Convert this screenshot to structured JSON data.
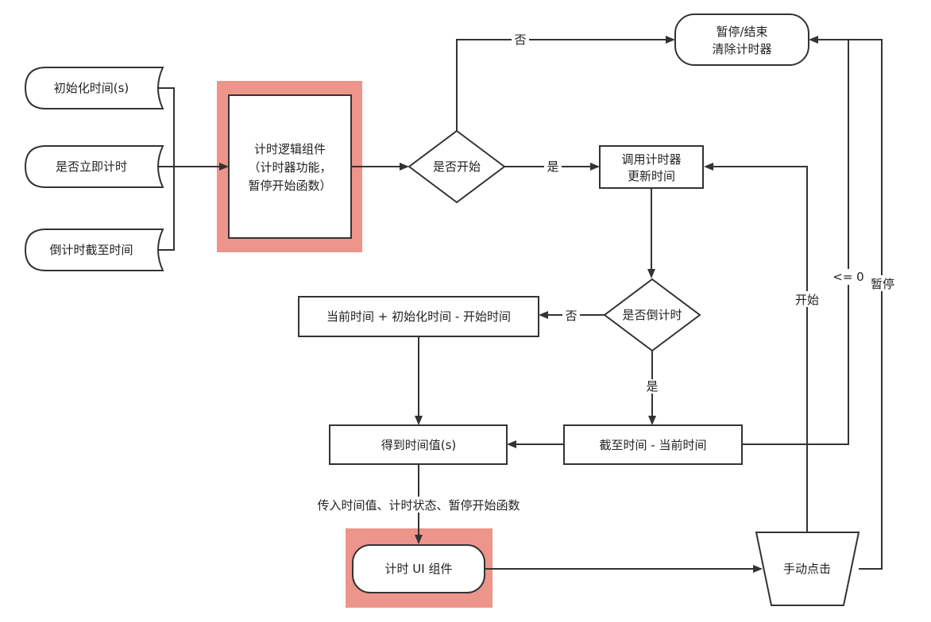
{
  "diagram": {
    "nodes": {
      "init_time": "初始化时间(s)",
      "immediate": "是否立即计时",
      "deadline": "倒计时截至时间",
      "logic_l1": "计时逻辑组件",
      "logic_l2": "（计时器功能，",
      "logic_l3": "暂停开始函数）",
      "is_start": "是否开始",
      "pause_l1": "暂停/结束",
      "pause_l2": "清除计时器",
      "update_l1": "调用计时器",
      "update_l2": "更新时间",
      "is_countdown": "是否倒计时",
      "formula_up": "当前时间 + 初始化时间 - 开始时间",
      "formula_down": "截至时间 - 当前时间",
      "get_value": "得到时间值(s)",
      "ui": "计时 UI 组件",
      "click": "手动点击"
    },
    "edges": {
      "no_top": "否",
      "yes_right": "是",
      "no_left": "否",
      "yes_down": "是",
      "pass_props": "传入时间值、计时状态、暂停开始函数",
      "le_zero": "<= 0",
      "start": "开始",
      "pause": "暂停"
    }
  }
}
